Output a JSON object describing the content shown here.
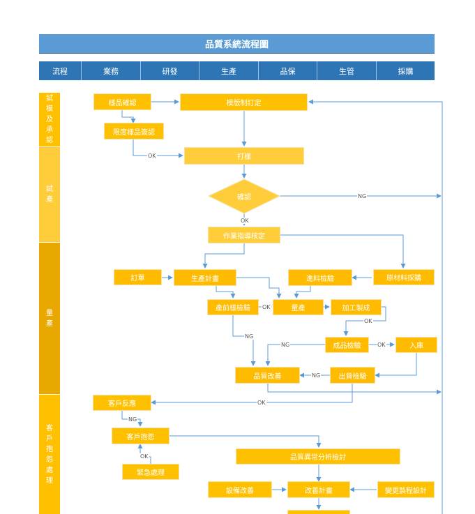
{
  "title": "品質系統流程圖",
  "headers": [
    "流程",
    "業務",
    "研發",
    "生產",
    "品保",
    "生管",
    "採購"
  ],
  "lanes": [
    {
      "label": "試\n模\n及\n承\n認"
    },
    {
      "label": "試\n產"
    },
    {
      "label": "量\n產"
    },
    {
      "label": "客\n戶\n抱\n怨\n處\n理"
    }
  ],
  "nodes": {
    "sample_confirm": "樣品確認",
    "mold_order": "模版制訂定",
    "limit_sample": "限度樣品簽認",
    "proofing": "打樣",
    "confirm": "確認",
    "work_instruction": "作業指導核定",
    "order": "訂單",
    "production_plan": "生產計畫",
    "incoming_inspection": "進料檢驗",
    "raw_material_purchase": "原材料採購",
    "pre_production_inspection": "產前樣檢驗",
    "mass_production": "量產",
    "processing": "加工製成",
    "finished_inspection": "成品檢驗",
    "warehousing": "入庫",
    "quality_improvement": "品質改善",
    "shipping_inspection": "出貨檢驗",
    "customer_feedback": "客戶反應",
    "customer_complaint": "客戶抱怨",
    "anomaly_analysis": "品質異常分析檢討",
    "emergency_handling": "緊急處理",
    "equipment_improvement": "設備改善",
    "improvement_plan": "改善計畫",
    "process_design_change": "變更製程設計",
    "bottom_partial": ""
  },
  "edge_labels": {
    "ok": "OK",
    "ng": "NG"
  }
}
